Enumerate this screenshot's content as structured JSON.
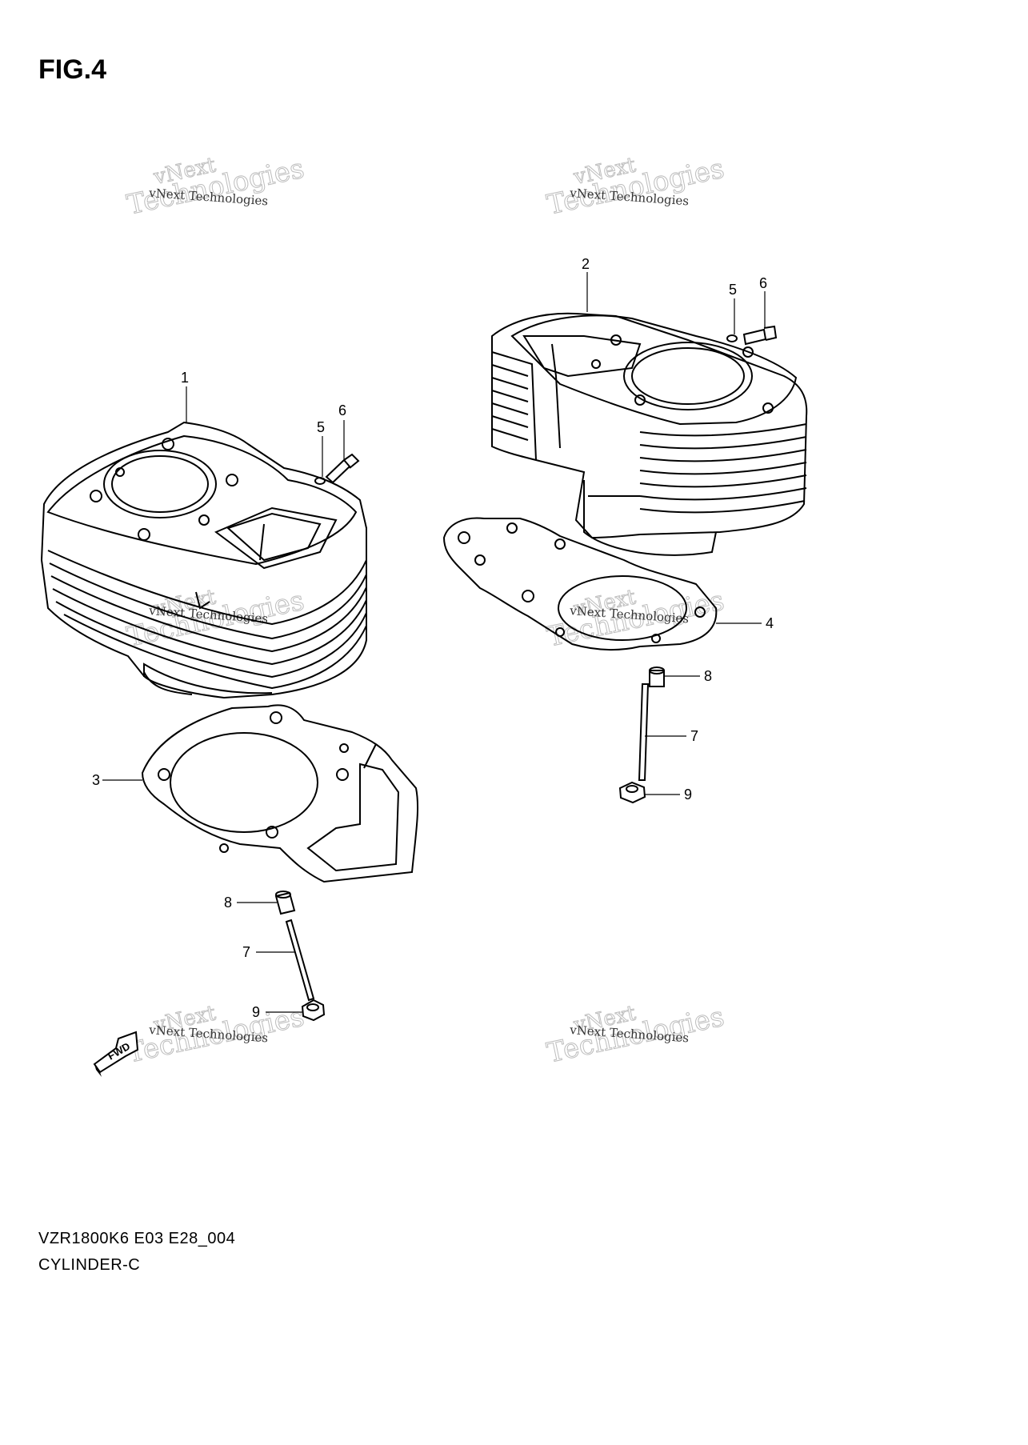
{
  "figure": {
    "title": "FIG.4",
    "code": "VZR1800K6 E03 E28_004",
    "name": "CYLINDER-C"
  },
  "watermark": {
    "line_small": "vNext Technologies",
    "line_big_a": "vNext",
    "line_big_b": "Technologies"
  },
  "fwd_label": "FWD",
  "callouts": {
    "c1": "1",
    "c2": "2",
    "c3": "3",
    "c4": "4",
    "c5a": "5",
    "c5b": "5",
    "c6a": "6",
    "c6b": "6",
    "c7a": "7",
    "c7b": "7",
    "c8a": "8",
    "c8b": "8",
    "c9a": "9",
    "c9b": "9"
  },
  "colors": {
    "line": "#000000",
    "watermark": "#b8b8b8",
    "background": "#ffffff"
  }
}
